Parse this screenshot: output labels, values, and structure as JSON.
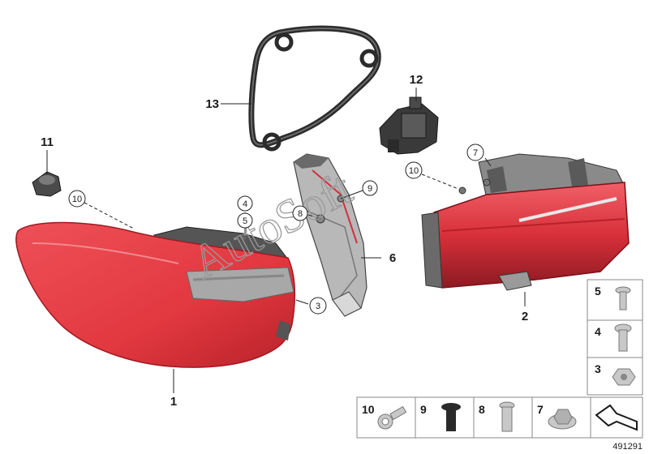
{
  "callouts": {
    "p1": "1",
    "p2": "2",
    "p3": "3",
    "p4": "4",
    "p5": "5",
    "p6": "6",
    "p7": "7",
    "p8": "8",
    "p9": "9",
    "p10a": "10",
    "p10b": "10",
    "p11": "11",
    "p12": "12",
    "p13": "13"
  },
  "legend": {
    "items": [
      "5",
      "4",
      "3",
      "10",
      "9",
      "8",
      "7"
    ]
  },
  "watermark": "AutoSoft",
  "reference_number": "491291",
  "colors": {
    "lamp_red": "#e03840",
    "lamp_dark": "#8c1a22",
    "housing_gray": "#9a9a9a",
    "gasket_dark": "#2b2b2b"
  }
}
